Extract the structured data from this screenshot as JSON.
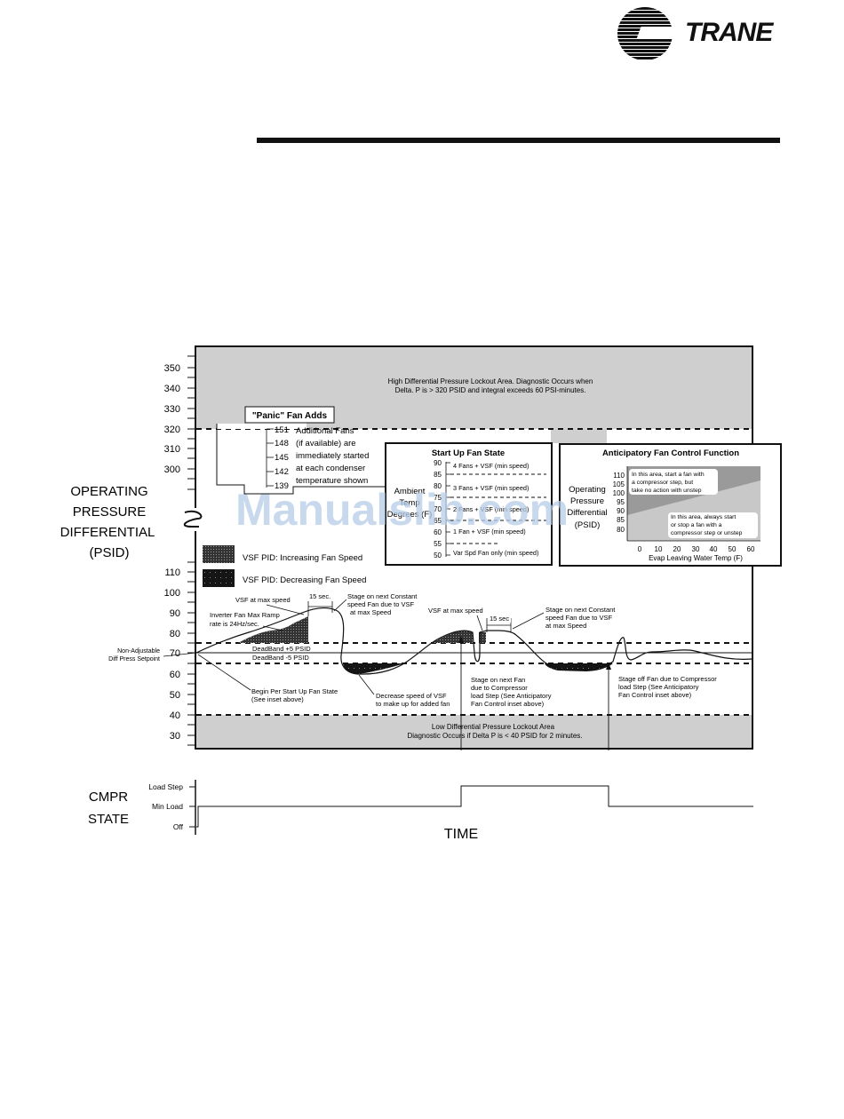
{
  "brand": {
    "name": "TRANE"
  },
  "watermark": "Manualslib.com",
  "main": {
    "ylabel": [
      "OPERATING",
      "PRESSURE",
      "DIFFERENTIAL",
      "(PSID)"
    ],
    "upper_ticks": [
      "350",
      "340",
      "330",
      "320",
      "310",
      "300"
    ],
    "lower_ticks": [
      "110",
      "100",
      "90",
      "80",
      "70",
      "60",
      "50",
      "40",
      "30"
    ],
    "setpoint_label": [
      "Non-Adjustable",
      "Diff Press Setpoint"
    ],
    "high_lockout": [
      "High Differential Pressure Lockout Area. Diagnostic Occurs when",
      "Delta. P is > 320 PSID and integral exceeds 60 PSI-minutes."
    ],
    "low_lockout": [
      "Low Differential Pressure Lockout Area",
      "Diagnostic Occurs if Delta P is < 40 PSID for 2 minutes."
    ],
    "deadband_plus": "DeadBand +5 PSID",
    "deadband_minus": "DeadBand -5 PSID",
    "legend_increasing": "VSF PID: Increasing Fan Speed",
    "legend_decreasing": "VSF PID: Decreasing Fan Speed",
    "xlabel": "TIME"
  },
  "panic": {
    "title": "\"Panic\" Fan Adds",
    "values": [
      "151",
      "148",
      "145",
      "142",
      "139"
    ],
    "text": [
      "Additional Fans",
      "(if available) are",
      "immediately started",
      "at each condenser",
      "temperature shown"
    ]
  },
  "startup": {
    "title": "Start Up Fan State",
    "ticks": [
      "90",
      "85",
      "80",
      "75",
      "70",
      "65",
      "60",
      "55",
      "50"
    ],
    "ylabel": [
      "Ambient",
      "Temp",
      "Degrees (F)"
    ],
    "states": [
      "4 Fans + VSF (min speed)",
      "3 Fans + VSF (min speed)",
      "2 Fans + VSF (min speed)",
      "1 Fan + VSF (min speed)",
      "Var Spd Fan only (min speed)"
    ]
  },
  "anticipatory": {
    "title": "Anticipatory Fan Control Function",
    "ylabel": [
      "Operating",
      "Pressure",
      "Differential",
      "(PSID)"
    ],
    "yticks": [
      "110",
      "105",
      "100",
      "95",
      "90",
      "85",
      "80"
    ],
    "xticks": [
      "0",
      "10",
      "20",
      "30",
      "40",
      "50",
      "60"
    ],
    "xlabel": "Evap Leaving Water Temp (F)",
    "note_upper": [
      "In this area, start a fan with",
      "a compressor step, but",
      "take no action with unstep"
    ],
    "note_lower": [
      "In this area, always start",
      "or stop a fan with a",
      "compressor step or unstep"
    ]
  },
  "annotations": {
    "inverter_ramp": [
      "Inverter Fan Max Ramp",
      "rate is 24Hz/sec."
    ],
    "vsf_max_1": "VSF at max speed",
    "sec15_1": "15 sec.",
    "stage_on_1": [
      "Stage on next Constant",
      "speed Fan due to VSF",
      "at max Speed"
    ],
    "vsf_max_2": "VSF at max speed",
    "sec15_2": "15 sec",
    "stage_on_2": [
      "Stage on next Constant",
      "speed Fan due to VSF",
      "at max Speed"
    ],
    "begin_startup": [
      "Begin Per Start Up Fan State",
      "(See inset above)"
    ],
    "decrease_vsf": [
      "Decrease speed of VSF",
      "to make up for added fan"
    ],
    "stage_on_comp": [
      "Stage on next Fan",
      "due to Compressor",
      "load Step (See Anticipatory",
      "Fan Control inset above)"
    ],
    "stage_off_comp": [
      "Stage off Fan due to Compressor",
      "load Step (See Anticipatory",
      "Fan Control inset above)"
    ]
  },
  "compressor": {
    "label": [
      "CMPR",
      "STATE"
    ],
    "levels": [
      "Load Step",
      "Min Load",
      "Off"
    ]
  }
}
